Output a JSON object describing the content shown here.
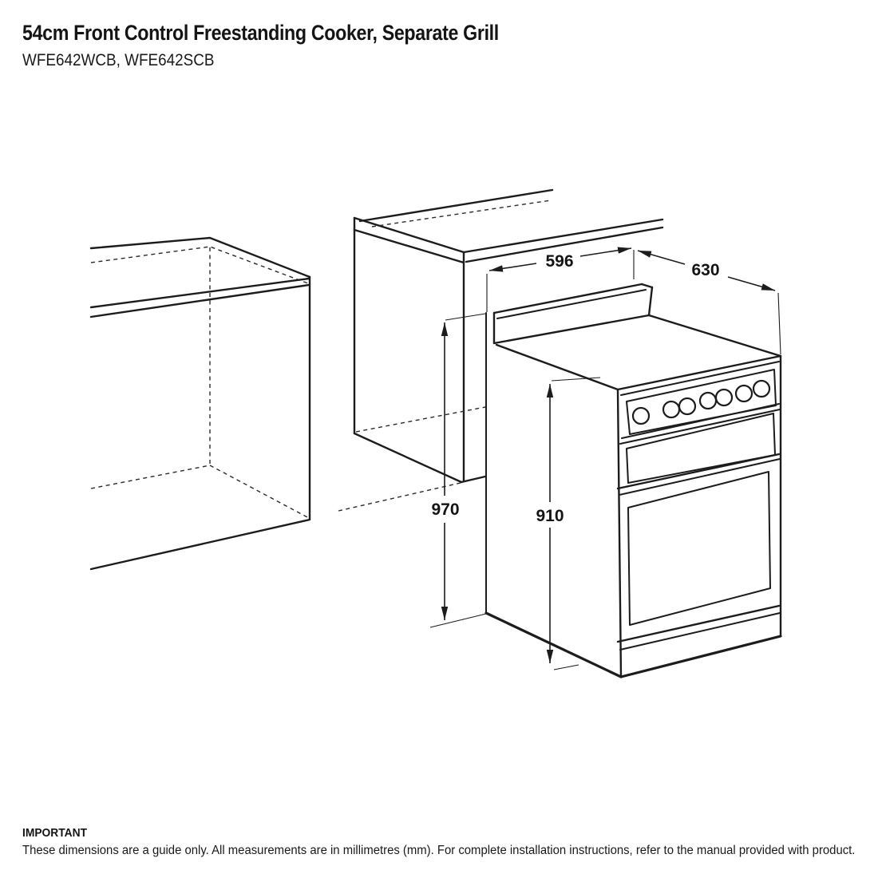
{
  "header": {
    "title": "54cm Front Control Freestanding Cooker, Separate Grill",
    "models": "WFE642WCB, WFE642SCB"
  },
  "diagram": {
    "type": "installation-dimension-drawing",
    "dimensions": {
      "opening_width": "596",
      "cooker_depth": "630",
      "opening_height": "970",
      "cooker_height_to_hob": "910"
    },
    "knob_count": 7
  },
  "footer": {
    "heading": "IMPORTANT",
    "note": "These dimensions are a guide only. All measurements are in millimetres (mm). For complete installation instructions, refer to the manual provided with product."
  },
  "colors": {
    "line": "#1c1c1c",
    "background": "#ffffff"
  }
}
